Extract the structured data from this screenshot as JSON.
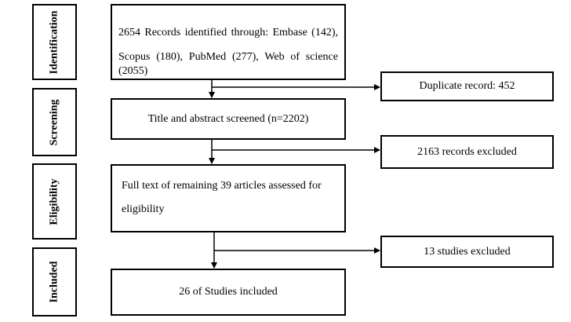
{
  "stages": {
    "identification": "Identification",
    "screening": "Screening",
    "eligibility": "Eligibility",
    "included": "Included"
  },
  "main": {
    "identified_line1": "2654 Records identified through: Embase (142),",
    "identified_line2": "Scopus (180), PubMed (277), Web of science (2055)",
    "screened": "Title and abstract screened (n=2202)",
    "eligibility_line1": "Full text of remaining 39 articles assessed for",
    "eligibility_line2": "eligibility",
    "included": "26 of Studies included"
  },
  "excluded": {
    "duplicates": "Duplicate record: 452",
    "records_excluded": "2163 records excluded",
    "studies_excluded": "13 studies excluded"
  }
}
